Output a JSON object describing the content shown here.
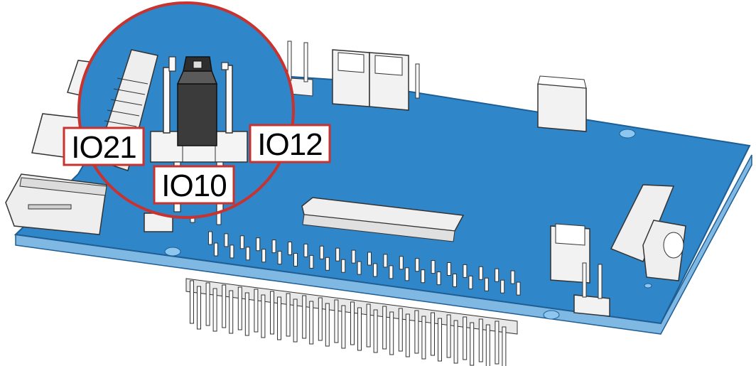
{
  "colors": {
    "board": "#2F86C9",
    "board_edge": "#1E5E94",
    "board_side": "#7FB8E3",
    "callout": "#C8332F",
    "jumper": "#3B3B3B",
    "header": "#F2F2F2"
  },
  "labels": {
    "io21": "IO21",
    "io12": "IO12",
    "io10": "IO10"
  }
}
